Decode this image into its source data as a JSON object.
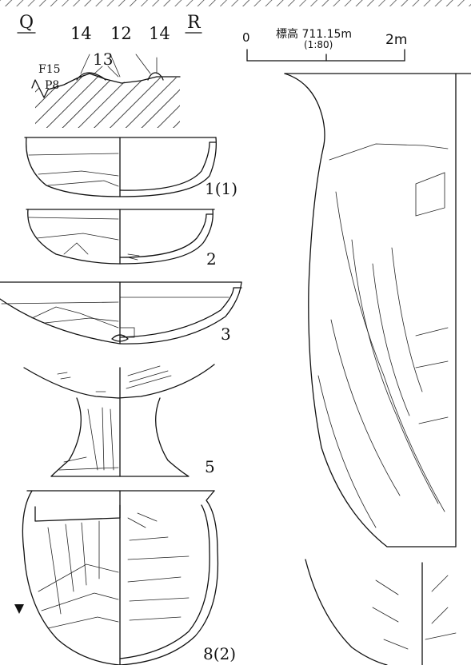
{
  "section": {
    "left": "Q",
    "right": "R",
    "feature": "F15",
    "pit": "P8",
    "layers": [
      "14",
      "12",
      "14",
      "13"
    ]
  },
  "scale": {
    "title": "標高 711.15m",
    "ratio": "(1:80)",
    "zero": "0",
    "max": "2m"
  },
  "figures": [
    "1(1)",
    "2",
    "3",
    "5",
    "8(2)"
  ],
  "colors": {
    "ink": "#111111",
    "paper": "#ffffff"
  }
}
